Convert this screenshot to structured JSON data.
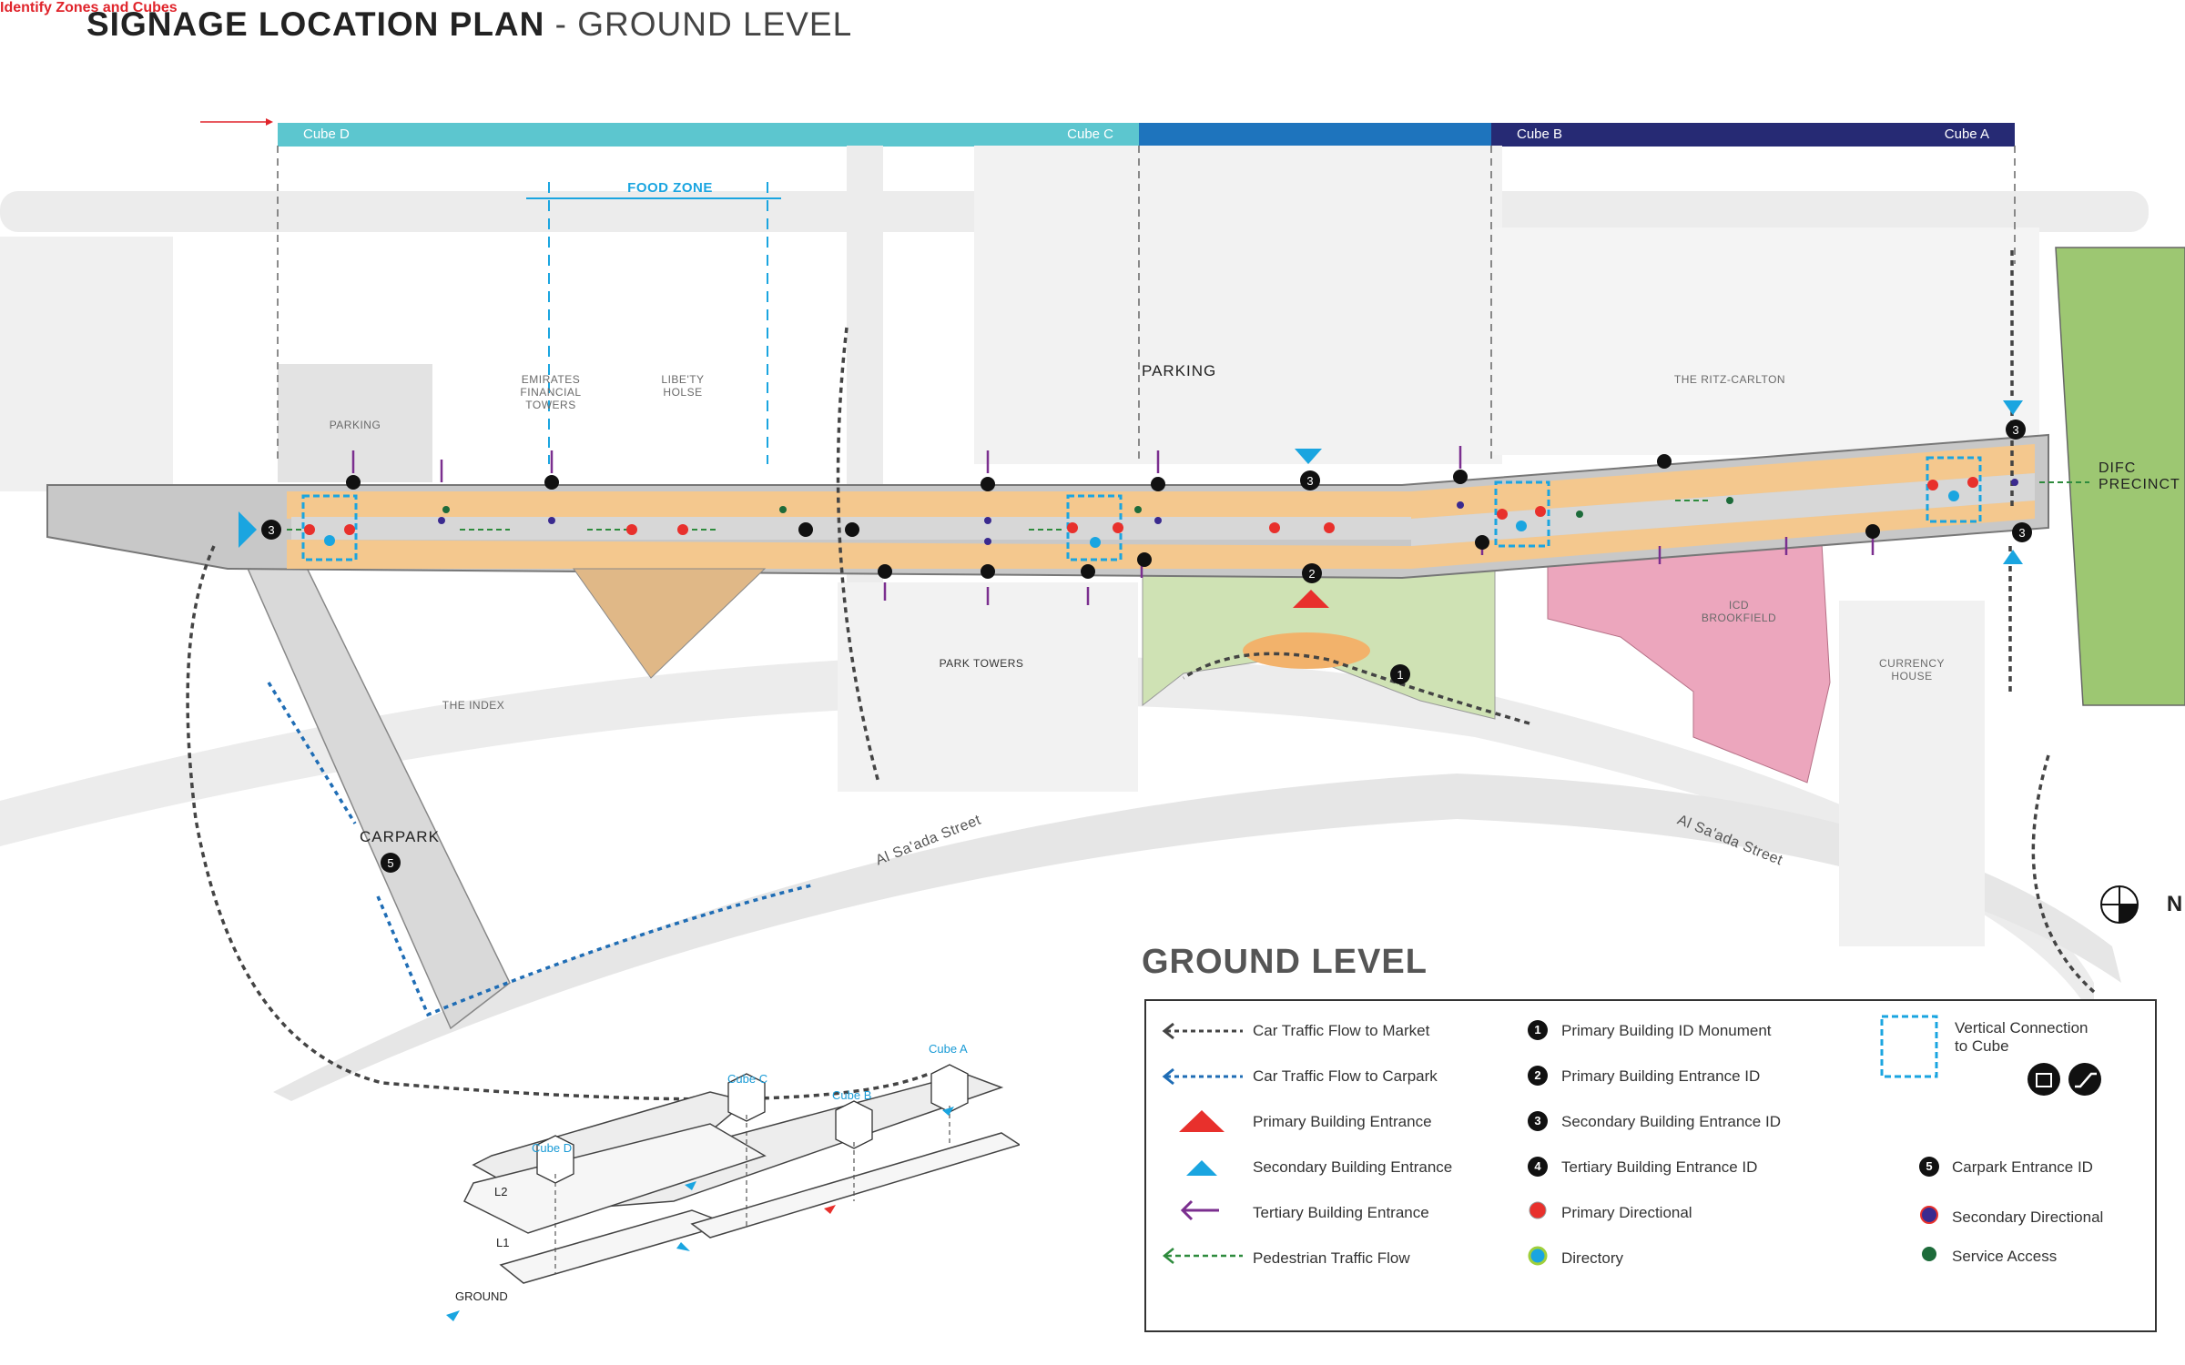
{
  "title": {
    "main": "SIGNAGE LOCATION PLAN",
    "sep": " - ",
    "sub": "GROUND LEVEL"
  },
  "identify_note": "Identify Zones and Cubes",
  "cube_bars": [
    {
      "left": "Cube D",
      "right": "Cube C",
      "color": "#5cc6cf"
    },
    {
      "left": "",
      "right": "",
      "color": "#1e74bd"
    },
    {
      "left": "Cube B",
      "right": "Cube A",
      "color": "#262a74"
    }
  ],
  "food_zone": "FOOD ZONE",
  "map_labels": {
    "emirates": "EMIRATES\nFINANCIAL\nTOWERS",
    "liberty": "LIBE'TY\nHOLSE",
    "parking_left": "PARKING",
    "parking_center": "PARKING",
    "ritz": "THE RITZ-CARLTON",
    "difc": "DIFC\nPRECINCT",
    "icd": "ICD\nBROOKFIELD",
    "currency": "CURRENCY\nHOUSE",
    "park_towers": "PARK TOWERS",
    "index": "THE INDEX",
    "carpark": "CARPARK",
    "street_left": "Al Sa'ada Street",
    "street_right": "Al Sa'ada Street",
    "north": "N"
  },
  "ground_level_heading": "GROUND LEVEL",
  "legend": {
    "col1": [
      "Car Traffic Flow to Market",
      "Car Traffic Flow to Carpark",
      "Primary Building Entrance",
      "Secondary Building Entrance",
      "Tertiary Building Entrance",
      "Pedestrian Traffic Flow"
    ],
    "col2": [
      {
        "badge": "1",
        "label": "Primary Building ID Monument"
      },
      {
        "badge": "2",
        "label": "Primary Building Entrance ID"
      },
      {
        "badge": "3",
        "label": "Secondary Building Entrance ID"
      },
      {
        "badge": "4",
        "label": "Tertiary Building Entrance ID"
      },
      {
        "badge": "",
        "label": "Primary Directional"
      },
      {
        "badge": "",
        "label": "Directory"
      }
    ],
    "col3": {
      "vertical": "Vertical Connection\nto Cube",
      "carpark_badge": "5",
      "carpark": "Carpark Entrance ID",
      "secondary_dir": "Secondary Directional",
      "service": "Service Access"
    }
  },
  "iso": {
    "cube_a": "Cube A",
    "cube_b": "Cube B",
    "cube_c": "Cube C",
    "cube_d": "Cube D",
    "l2": "L2",
    "l1": "L1",
    "ground": "GROUND"
  },
  "colors": {
    "car_market": "#444444",
    "car_carpark": "#1f6db5",
    "primary_entrance": "#e8302c",
    "secondary_entrance": "#1aa5e0",
    "tertiary": "#7b2f8f",
    "pedestrian": "#2e8b3d",
    "mall": "#f4c88e",
    "difc": "#9dc772",
    "icd": "#eca6bd"
  }
}
